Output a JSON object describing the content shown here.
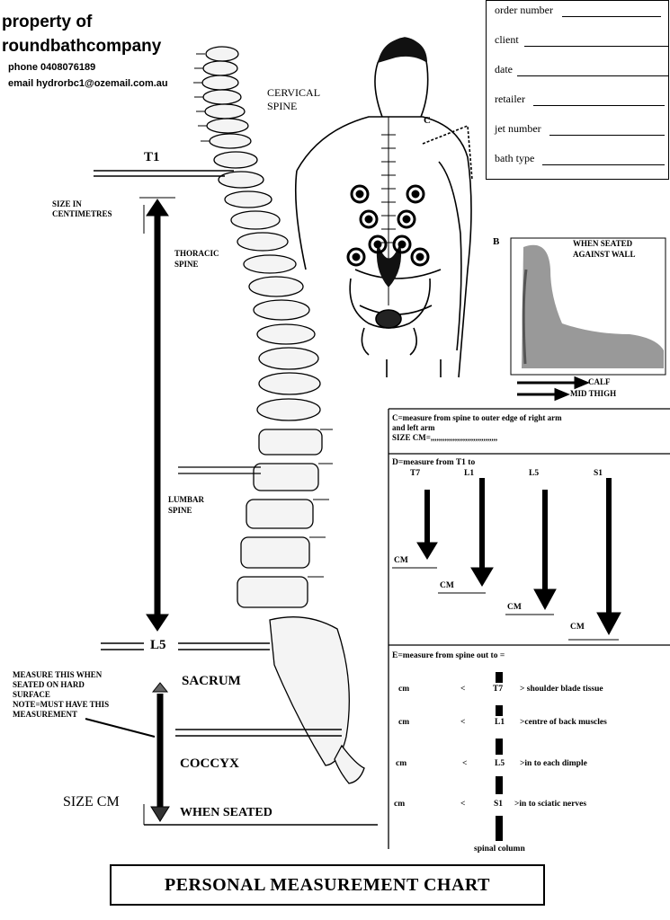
{
  "header": {
    "line1": "property of",
    "line2": "roundbathcompany",
    "phone": "phone 0408076189",
    "email": "email hydrorbc1@ozemail.com.au"
  },
  "order_form": {
    "fields": [
      "order number",
      "client",
      "date",
      "retailer",
      "jet number",
      "bath type"
    ]
  },
  "spine_labels": {
    "cervical_line1": "CERVICAL",
    "cervical_line2": "SPINE",
    "t1": "T1",
    "size_in_line1": "SIZE IN",
    "size_in_line2": "CENTIMETRES",
    "thoracic_line1": "THORACIC",
    "thoracic_line2": "SPINE",
    "lumbar_line1": "LUMBAR",
    "lumbar_line2": "SPINE",
    "l5": "L5",
    "measure_note": [
      "MEASURE THIS WHEN",
      "SEATED ON HARD",
      "SURFACE",
      "NOTE=MUST HAVE THIS",
      "MEASUREMENT"
    ],
    "sacrum": "SACRUM",
    "coccyx": "COCCYX",
    "size_cm": "SIZE CM",
    "when_seated": "WHEN SEATED"
  },
  "figure_labels": {
    "c": "C",
    "b": "B",
    "seated_line1": "WHEN SEATED",
    "seated_line2": "AGAINST WALL",
    "calf": "CALF",
    "mid_thigh": "MID THIGH"
  },
  "panel_c": {
    "line1": "C=measure from spine to outer edge of right arm",
    "line2": "and left arm",
    "line3": "SIZE CM=,,,,,,,,,,,,,,,,,,,,,,,,,,,,,,,,,"
  },
  "panel_d": {
    "title": "D=measure from T1 to",
    "points": [
      "T7",
      "L1",
      "L5",
      "S1"
    ],
    "cm_label": "CM"
  },
  "panel_e": {
    "title": "E=measure from spine out to =",
    "rows": [
      {
        "cm": "cm",
        "lt": "<",
        "vertebra": "T7",
        "desc": "> shoulder blade tissue"
      },
      {
        "cm": "cm",
        "lt": "<",
        "vertebra": "L1",
        "desc": ">centre of back muscles"
      },
      {
        "cm": "cm",
        "lt": "<",
        "vertebra": "L5",
        "desc": ">in to each dimple"
      },
      {
        "cm": "cm",
        "lt": "<",
        "vertebra": "S1",
        "desc": ">in to sciatic nerves"
      }
    ],
    "spinal_column": "spinal column"
  },
  "footer": {
    "title": "PERSONAL MEASUREMENT CHART"
  }
}
